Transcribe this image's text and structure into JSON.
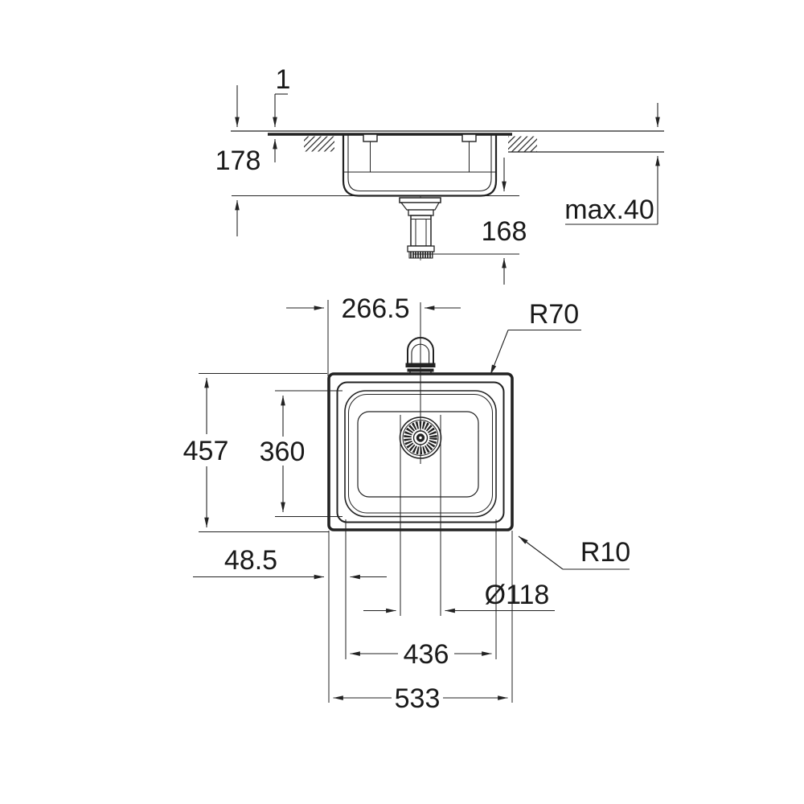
{
  "drawing": {
    "kind": "sink-installation-dimension-drawing",
    "units": "mm"
  },
  "dimensions": {
    "side_view": {
      "rim_height": "1",
      "installation_depth": "178",
      "drain_clearance": "168",
      "counter_thickness": "max.40"
    },
    "top_view": {
      "tap_center_offset": "266.5",
      "bowl_corner_radius": "R70",
      "overall_depth": "457",
      "bowl_depth": "360",
      "edge_offset": "48.5",
      "outer_corner_radius": "R10",
      "drain_diameter": "Ø118",
      "bowl_width": "436",
      "overall_width": "533"
    }
  },
  "colors": {
    "line": "#222222",
    "text": "#1a1a1a",
    "background": "#ffffff"
  }
}
